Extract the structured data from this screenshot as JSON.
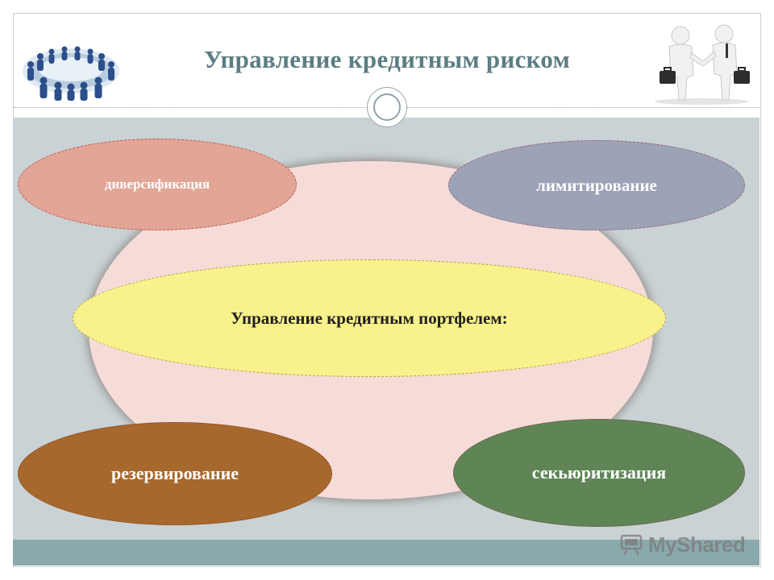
{
  "slide": {
    "title": "Управление кредитным риском"
  },
  "diagram": {
    "center": "Управление кредитным портфелем:",
    "methods": {
      "top_left": "диверсификация",
      "top_right": "лимитирование",
      "bottom_left": "резервирование",
      "bottom_right": "секьюритизация"
    }
  },
  "colors": {
    "title": "#5b7d83",
    "diversification": "#e2a596",
    "limiting": "#9ca3b6",
    "portfolio": "#f8f18c",
    "reserving": "#a7682e",
    "securitization": "#5f8557",
    "background_ellipse": "#f5dcd8"
  },
  "watermark": {
    "icon": "presentation-board-icon",
    "text": "MyShared"
  }
}
